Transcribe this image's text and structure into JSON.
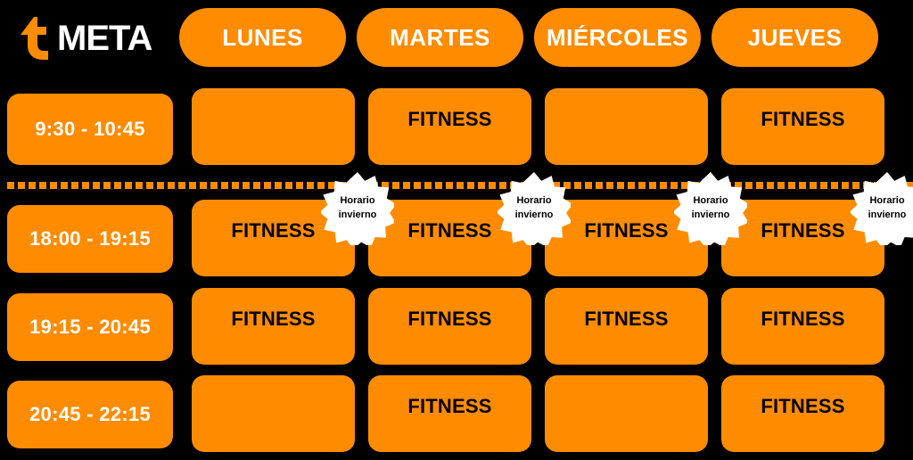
{
  "brand": {
    "word": "META",
    "logo_icon": "flame-t-logo-icon",
    "logo_color": "#FF8C00",
    "word_color": "#FFFFFF"
  },
  "theme": {
    "background": "#000000",
    "accent": "#FF8C00",
    "header_text": "#FFFFFF",
    "cell_text": "#000000",
    "badge_background": "#FFFFFF",
    "badge_text": "#000000"
  },
  "header": {
    "days": [
      {
        "label": "LUNES"
      },
      {
        "label": "MARTES"
      },
      {
        "label": "MIÉRCOLES"
      },
      {
        "label": "JUEVES"
      }
    ]
  },
  "rows": [
    {
      "time": "9:30 - 10:45",
      "cells": [
        {
          "label": "",
          "badge": null
        },
        {
          "label": "FITNESS",
          "badge": null
        },
        {
          "label": "",
          "badge": null
        },
        {
          "label": "FITNESS",
          "badge": null
        }
      ]
    },
    {
      "time": "18:00 - 19:15",
      "cells": [
        {
          "label": "FITNESS",
          "badge": {
            "line1": "Horario",
            "line2": "invierno"
          }
        },
        {
          "label": "FITNESS",
          "badge": {
            "line1": "Horario",
            "line2": "invierno"
          }
        },
        {
          "label": "FITNESS",
          "badge": {
            "line1": "Horario",
            "line2": "invierno"
          }
        },
        {
          "label": "FITNESS",
          "badge": {
            "line1": "Horario",
            "line2": "invierno"
          }
        }
      ]
    },
    {
      "time": "19:15 - 20:45",
      "cells": [
        {
          "label": "FITNESS",
          "badge": null
        },
        {
          "label": "FITNESS",
          "badge": null
        },
        {
          "label": "FITNESS",
          "badge": null
        },
        {
          "label": "FITNESS",
          "badge": null
        }
      ]
    },
    {
      "time": "20:45 - 22:15",
      "cells": [
        {
          "label": "",
          "badge": null
        },
        {
          "label": "FITNESS",
          "badge": null
        },
        {
          "label": "",
          "badge": null
        },
        {
          "label": "FITNESS",
          "badge": null
        }
      ]
    }
  ]
}
